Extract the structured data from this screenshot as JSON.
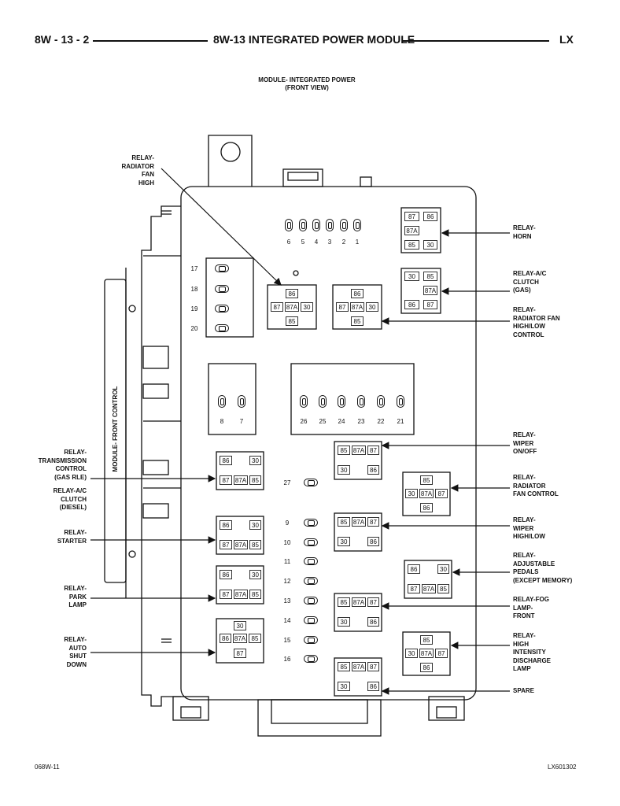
{
  "header": {
    "left": "8W - 13 - 2",
    "center": "8W-13 INTEGRATED POWER MODULE",
    "right": "LX"
  },
  "view_title": [
    "MODULE- INTEGRATED POWER",
    "(FRONT VIEW)"
  ],
  "side_label": "MODULE- FRONT CONTROL",
  "fuses": {
    "top_row": [
      "6",
      "5",
      "4",
      "3",
      "2",
      "1"
    ],
    "left_col": [
      "17",
      "18",
      "19",
      "20"
    ],
    "mid_left": [
      "8",
      "7"
    ],
    "mid_right": [
      "26",
      "25",
      "24",
      "23",
      "22",
      "21"
    ],
    "center_col": [
      "27",
      "9",
      "10",
      "11",
      "12",
      "13",
      "14",
      "15",
      "16"
    ]
  },
  "relay_labels": {
    "radiator_fan_high": [
      "RELAY-",
      "RADIATOR",
      "FAN",
      "HIGH"
    ],
    "horn": [
      "RELAY-",
      "HORN"
    ],
    "ac_clutch_gas": [
      "RELAY-A/C",
      "CLUTCH",
      "(GAS)"
    ],
    "radiator_fan_high_low": [
      "RELAY-",
      "RADIATOR FAN",
      "HIGH/LOW",
      "CONTROL"
    ],
    "wiper_on_off": [
      "RELAY-",
      "WIPER",
      "ON/OFF"
    ],
    "radiator_fan_control": [
      "RELAY-",
      "RADIATOR",
      "FAN CONTROL"
    ],
    "wiper_high_low": [
      "RELAY-",
      "WIPER",
      "HIGH/LOW"
    ],
    "adjustable_pedals": [
      "RELAY-",
      "ADJUSTABLE",
      "PEDALS",
      "(EXCEPT MEMORY)"
    ],
    "fog_lamp": [
      "RELAY-FOG",
      "LAMP-",
      "FRONT"
    ],
    "hid_lamp": [
      "RELAY-",
      "HIGH",
      "INTENSITY",
      "DISCHARGE",
      "LAMP"
    ],
    "spare": [
      "SPARE"
    ],
    "transmission_control": [
      "RELAY-",
      "TRANSMISSION",
      "CONTROL",
      "(GAS RLE)"
    ],
    "ac_clutch_diesel": [
      "RELAY-A/C",
      "CLUTCH",
      "(DIESEL)"
    ],
    "starter": [
      "RELAY-",
      "STARTER"
    ],
    "park_lamp": [
      "RELAY-",
      "PARK",
      "LAMP"
    ],
    "auto_shut_down": [
      "RELAY-",
      "AUTO",
      "SHUT",
      "DOWN"
    ]
  },
  "pins": {
    "p85": "85",
    "p86": "86",
    "p87": "87",
    "p87a": "87A",
    "p30": "30"
  },
  "footer": {
    "left": "068W-11",
    "right": "LX601302"
  }
}
